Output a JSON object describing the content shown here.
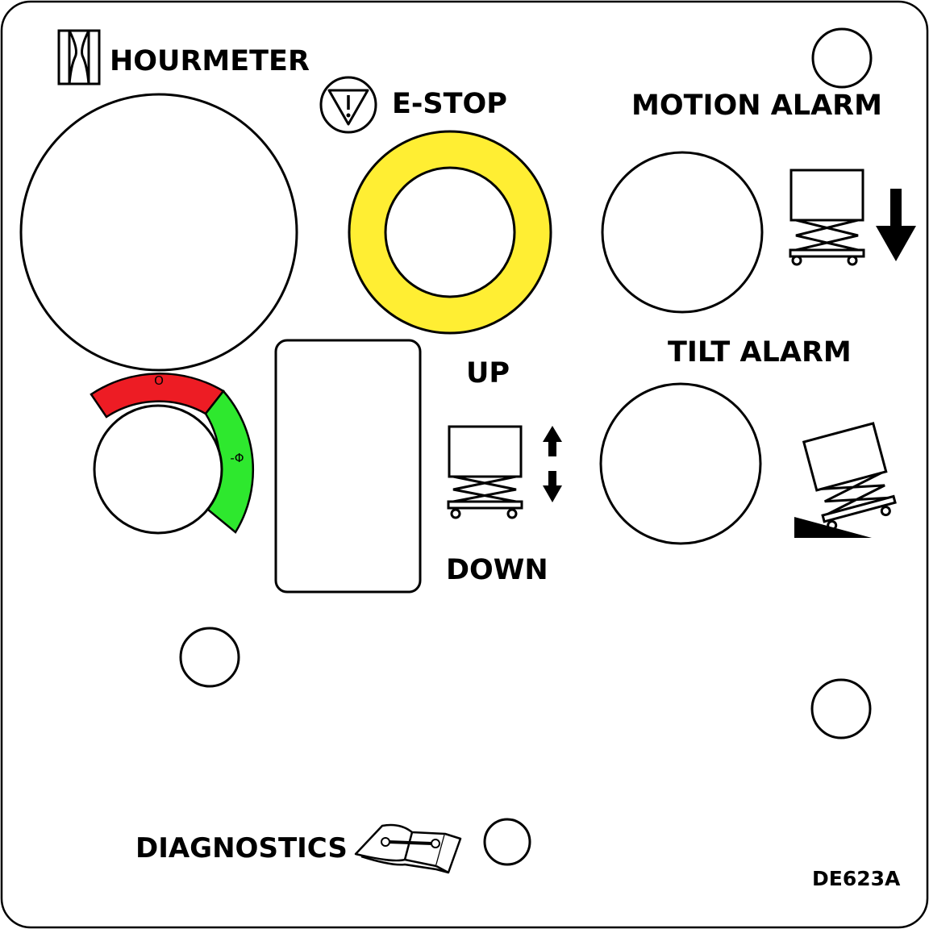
{
  "panel": {
    "hourmeter_label": "HOURMETER",
    "estop_label": "E-STOP",
    "motion_alarm_label": "MOTION ALARM",
    "tilt_alarm_label": "TILT ALARM",
    "up_label": "UP",
    "down_label": "DOWN",
    "diagnostics_label": "DIAGNOSTICS",
    "part_number": "DE623A"
  },
  "key_switch": {
    "off_symbol": "O",
    "on_symbol": "-Φ"
  },
  "colors": {
    "estop_ring": "#ffee33",
    "key_off_zone": "#ed1c24",
    "key_on_zone": "#2ee82e",
    "ink": "#000000",
    "background": "#ffffff"
  },
  "icons": [
    "hourglass-icon",
    "warning-triangle-icon",
    "scissor-lift-icon",
    "down-arrow-icon",
    "up-down-arrow-icon",
    "tilted-lift-icon",
    "manual-wrench-icon"
  ]
}
